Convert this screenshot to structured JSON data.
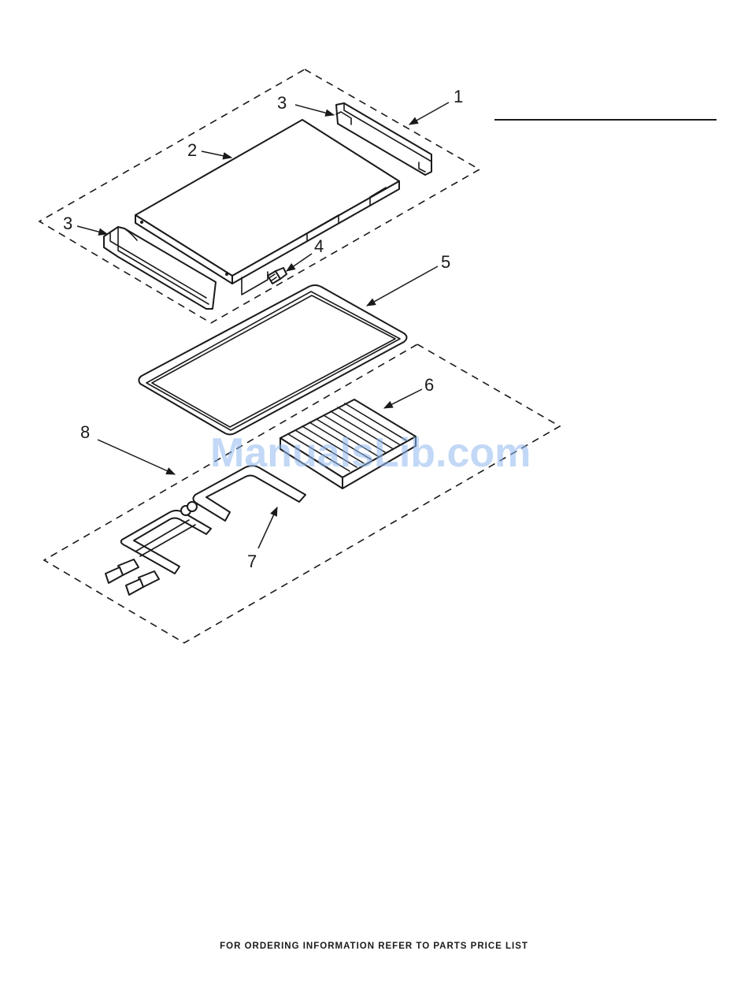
{
  "diagram": {
    "callouts": [
      "1",
      "2",
      "3",
      "3",
      "4",
      "5",
      "6",
      "7",
      "8"
    ],
    "watermark": "ManualsLib.com"
  },
  "footer": {
    "note": "FOR ORDERING INFORMATION REFER TO PARTS PRICE LIST"
  }
}
